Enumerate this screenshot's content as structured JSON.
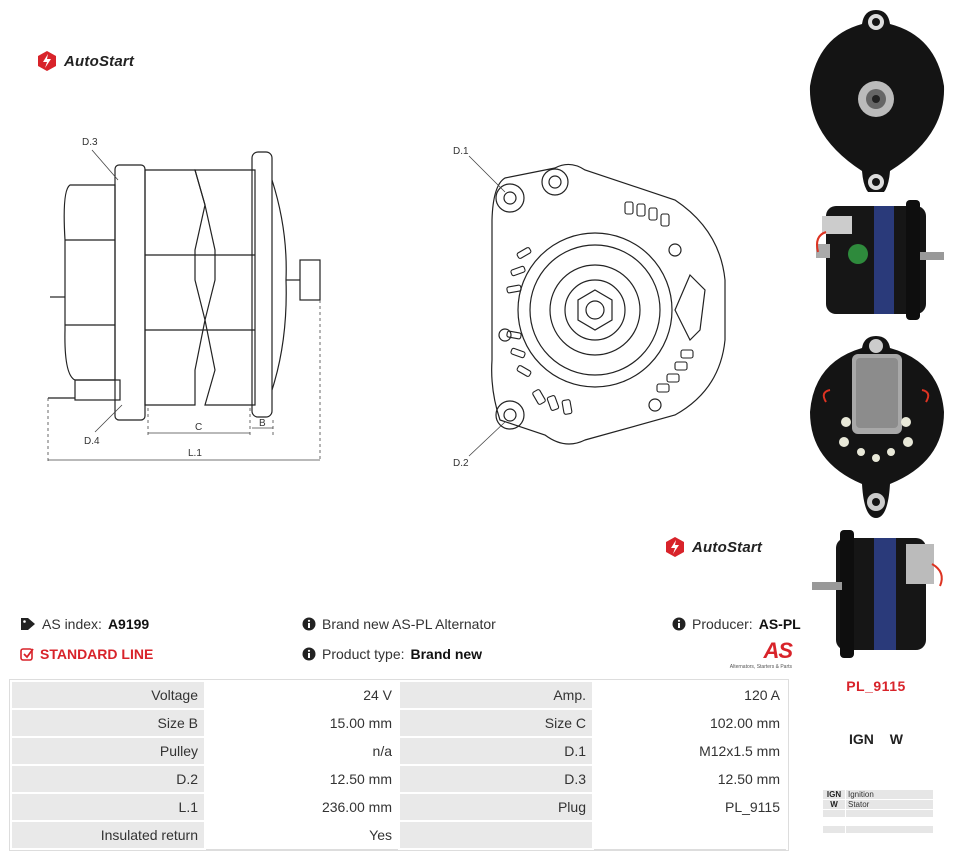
{
  "brand": {
    "logo_text": "AutoStart"
  },
  "drawing": {
    "side_labels": {
      "d3": "D.3",
      "d4": "D.4",
      "c": "C",
      "b": "B",
      "l1": "L.1"
    },
    "front_labels": {
      "d1": "D.1",
      "d2": "D.2"
    }
  },
  "info": {
    "as_index_label": "AS index:",
    "as_index_value": "A9199",
    "line_label": "STANDARD LINE",
    "brand_new_text": "Brand new AS-PL Alternator",
    "product_type_label": "Product type:",
    "product_type_value": "Brand new",
    "producer_label": "Producer:",
    "producer_value": "AS-PL",
    "producer_logo_text": "AS",
    "producer_logo_tagline": "Alternators, Starters & Parts"
  },
  "specs": [
    {
      "k1": "Voltage",
      "v1": "24 V",
      "k2": "Amp.",
      "v2": "120 A"
    },
    {
      "k1": "Size B",
      "v1": "15.00 mm",
      "k2": "Size C",
      "v2": "102.00 mm"
    },
    {
      "k1": "Pulley",
      "v1": "n/a",
      "k2": "D.1",
      "v2": "M12x1.5 mm"
    },
    {
      "k1": "D.2",
      "v1": "12.50 mm",
      "k2": "D.3",
      "v2": "12.50 mm"
    },
    {
      "k1": "L.1",
      "v1": "236.00 mm",
      "k2": "Plug",
      "v2": "PL_9115"
    },
    {
      "k1": "Insulated return",
      "v1": "Yes",
      "k2": "",
      "v2": ""
    }
  ],
  "plug": {
    "title": "PL_9115",
    "pins": [
      "IGN",
      "W"
    ],
    "legend": [
      {
        "code": "IGN",
        "desc": "Ignition"
      },
      {
        "code": "W",
        "desc": "Stator"
      }
    ]
  },
  "colors": {
    "accent": "#d8232a",
    "table_key_bg": "#e9e9e9"
  }
}
